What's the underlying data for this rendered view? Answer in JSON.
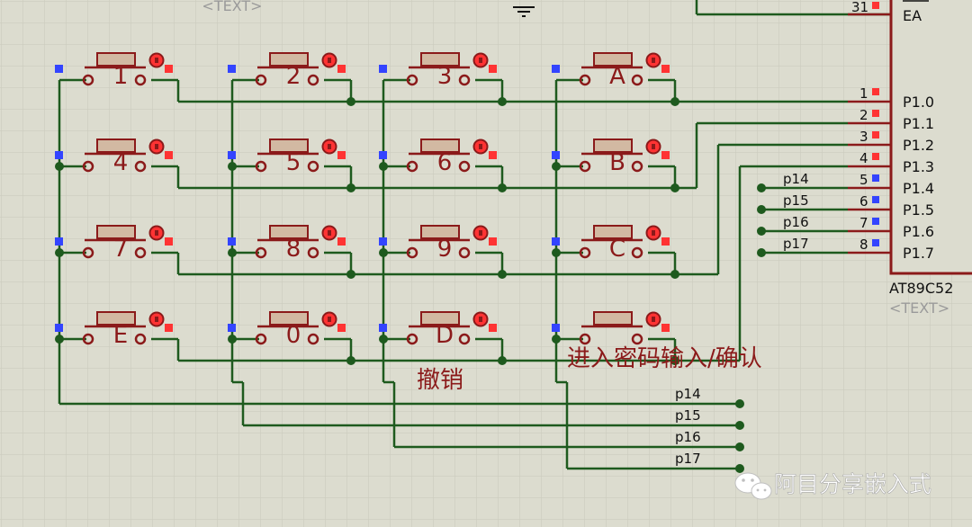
{
  "top_text_placeholder": "<TEXT>",
  "mcu": {
    "part": "AT89C52",
    "text_placeholder": "<TEXT>",
    "ea_pin_number": "31",
    "ea_label": "EA",
    "port_pins": [
      {
        "num": "1",
        "name": "P1.0",
        "net": ""
      },
      {
        "num": "2",
        "name": "P1.1",
        "net": ""
      },
      {
        "num": "3",
        "name": "P1.2",
        "net": ""
      },
      {
        "num": "4",
        "name": "P1.3",
        "net": ""
      },
      {
        "num": "5",
        "name": "P1.4",
        "net": "p14"
      },
      {
        "num": "6",
        "name": "P1.5",
        "net": "p15"
      },
      {
        "num": "7",
        "name": "P1.6",
        "net": "p16"
      },
      {
        "num": "8",
        "name": "P1.7",
        "net": "p17"
      }
    ]
  },
  "keypad": {
    "rows": [
      [
        "1",
        "2",
        "3",
        "A"
      ],
      [
        "4",
        "5",
        "6",
        "B"
      ],
      [
        "7",
        "8",
        "9",
        "C"
      ],
      [
        "E",
        "0",
        "D",
        ""
      ]
    ]
  },
  "bottom_net_labels": [
    "p14",
    "p15",
    "p16",
    "p17"
  ],
  "annotations": {
    "cancel": "撤销",
    "enter_confirm": "进入密码输入/确认"
  },
  "watermark": "阿目分享嵌入式",
  "colors": {
    "background": "#dcdccf",
    "grid": "#c9c9bb",
    "wire": "#1e5a1e",
    "component": "#8b1a1a",
    "button_cap": "#d2b9a2",
    "pin_red": "#ff3333",
    "pin_blue": "#3344ff",
    "text_dark": "#111111",
    "placeholder_gray": "#9a9a9a",
    "annotation": "#8b1a1a"
  }
}
